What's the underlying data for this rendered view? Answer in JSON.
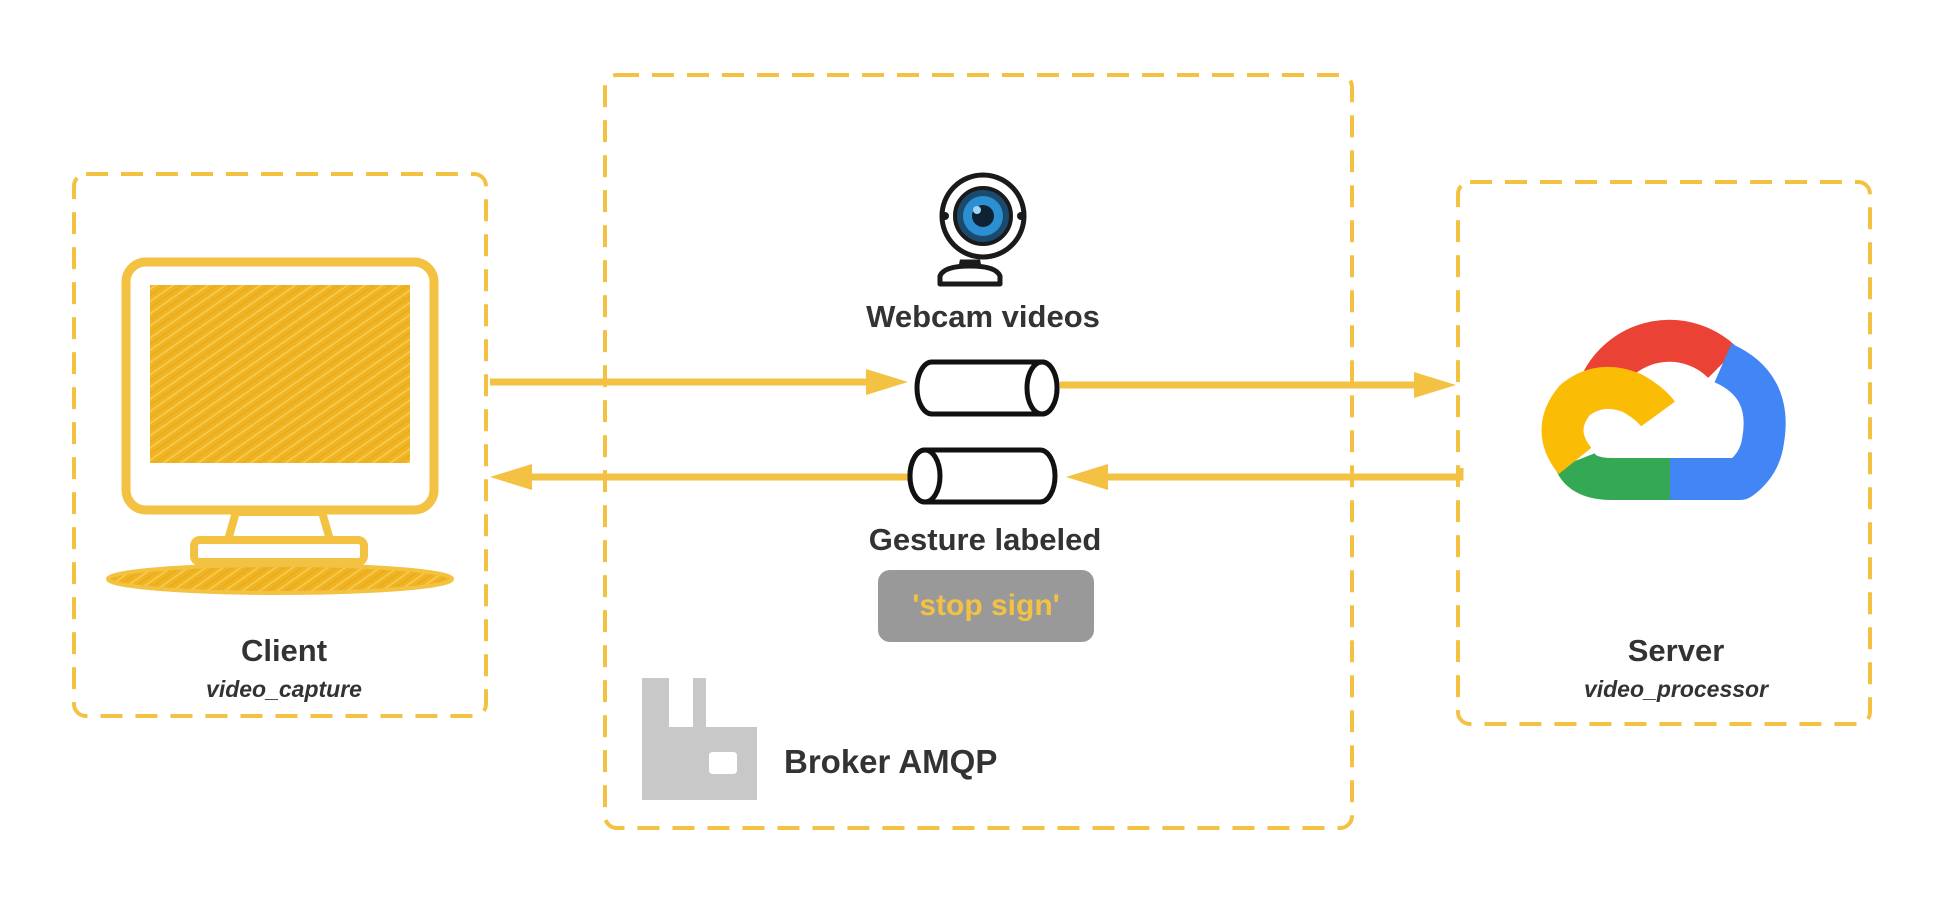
{
  "colors": {
    "accent": "#F4C242",
    "text": "#333333",
    "queue_stroke": "#111111",
    "badge_bg": "#999999",
    "broker_logo": "#C8C8C8",
    "gcloud_red": "#EA4335",
    "gcloud_blue": "#4285F4",
    "gcloud_yellow": "#FBBC05",
    "gcloud_green": "#34A853"
  },
  "client": {
    "title": "Client",
    "subtitle": "video_capture",
    "icon": "computer-monitor-icon"
  },
  "broker": {
    "title": "Broker AMQP",
    "icon": "rabbitmq-logo-icon"
  },
  "server": {
    "title": "Server",
    "subtitle": "video_processor",
    "icon": "google-cloud-logo-icon"
  },
  "queues": {
    "upstream": {
      "label": "Webcam videos",
      "icon": "webcam-icon"
    },
    "downstream": {
      "label": "Gesture labeled",
      "badge": "'stop sign'"
    }
  }
}
